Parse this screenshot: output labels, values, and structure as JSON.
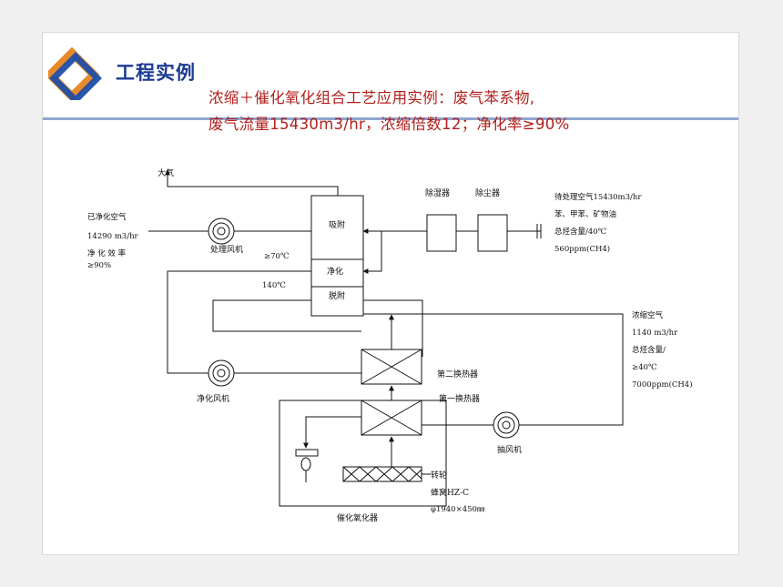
{
  "header": {
    "title": "工程实例",
    "colors": {
      "title": "#1b3a93",
      "subtitle": "#b3201c",
      "logo_blue": "#1e4fa8",
      "logo_orange": "#e8892a"
    }
  },
  "subtitle": {
    "line1": "浓缩＋催化氧化组合工艺应用实例：废气苯系物,",
    "line2": "废气流量15430m3/hr，浓缩倍数12；净化率≥90%"
  },
  "diagram": {
    "atmosphere": "大气",
    "clean_air": {
      "label": "已净化空气",
      "flow": "14290 m3/hr",
      "efficiency_label": "净 化 效 率",
      "efficiency_value": "≥90%"
    },
    "treatment_fan": "处理风机",
    "temp_70": "≥70℃",
    "temp_140": "140℃",
    "column": {
      "adsorb": "吸附",
      "purify": "净化",
      "desorb": "脱附"
    },
    "dehumidifier": "除湿器",
    "dust_remover": "除尘器",
    "inlet_air": {
      "label": "待处理空气15430m3/hr",
      "components": "苯、甲苯、矿物油",
      "hydrocarbon_temp": "总烃含量/40℃",
      "concentration": "560ppm(CH4)"
    },
    "concentrated_air": {
      "label": "浓缩空气",
      "flow": "1140 m3/hr",
      "hydrocarbon": "总烃含量/",
      "temp": "≥40℃",
      "concentration": "7000ppm(CH4)"
    },
    "second_exchanger": "第二换热器",
    "first_exchanger": "第一换热器",
    "purify_fan": "净化风机",
    "exhaust_fan": "抽风机",
    "rotor": "转轮",
    "honeycomb": "蜂窝HZ-C",
    "rotor_size": "φ1940×450㎜",
    "catalytic_oxidizer": "催化氧化器"
  }
}
